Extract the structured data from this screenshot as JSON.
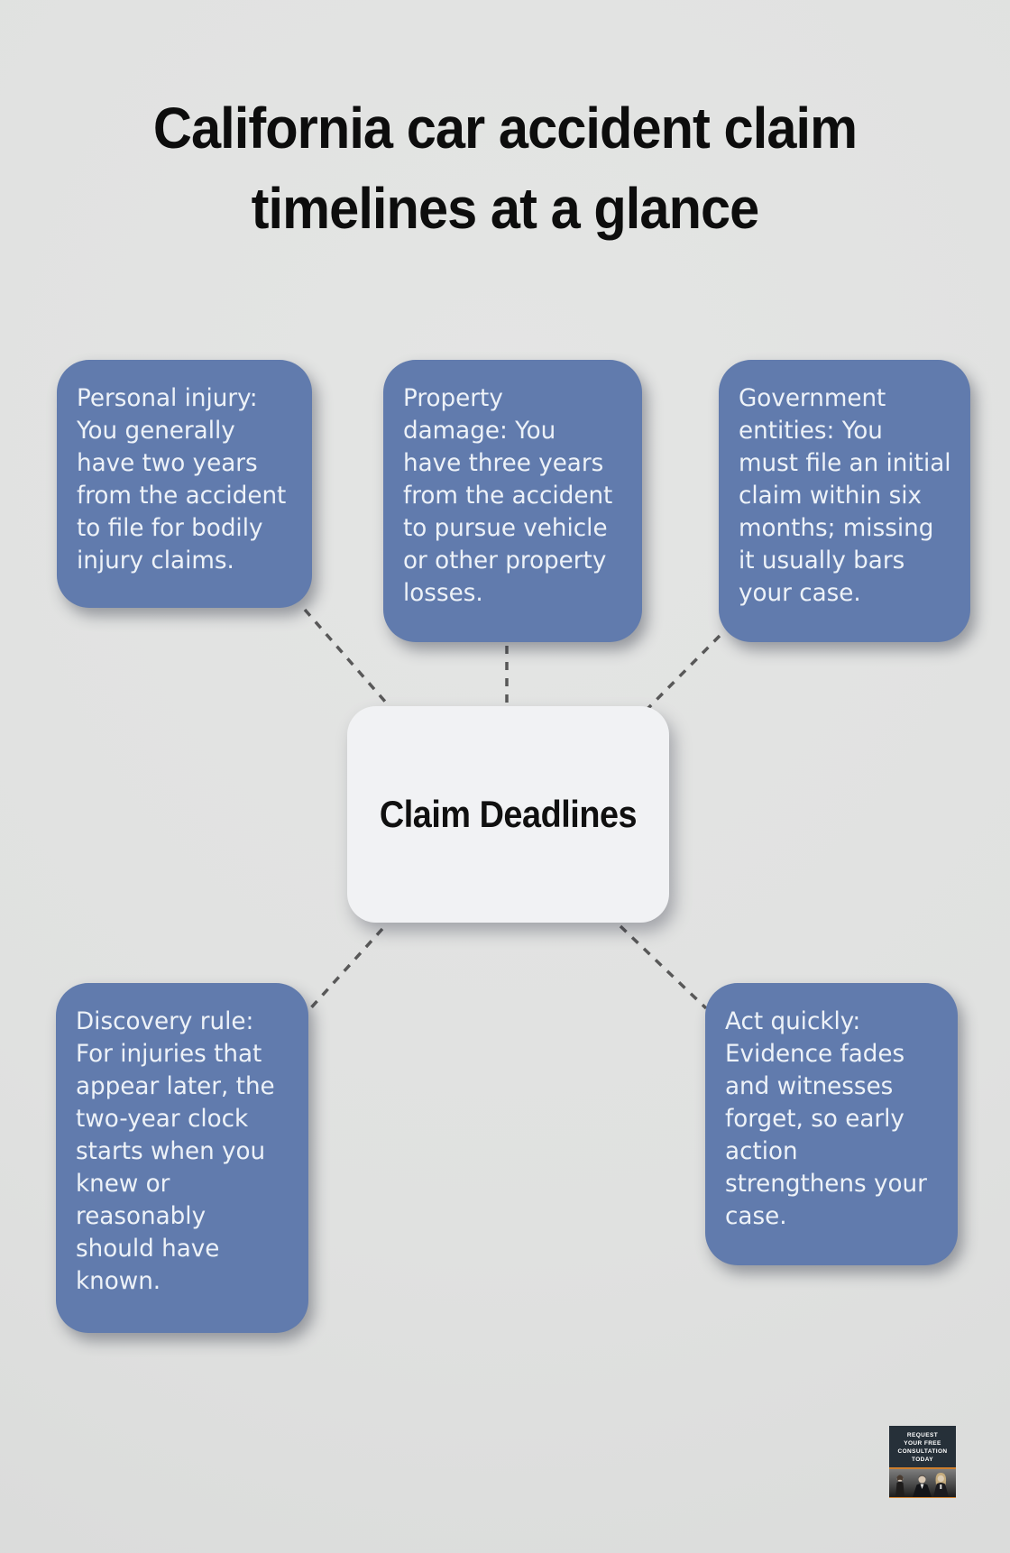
{
  "title": {
    "line1": "California car accident claim",
    "line2": "timelines at a glance"
  },
  "center": {
    "label": "Claim Deadlines"
  },
  "nodes": [
    {
      "id": "personal-injury",
      "lines": [
        "Personal injury:",
        "You generally",
        "have two years",
        "from the accident",
        "to file for bodily",
        "injury claims."
      ]
    },
    {
      "id": "property-damage",
      "lines": [
        "Property",
        "damage: You",
        "have three years",
        "from the accident",
        "to pursue vehicle",
        "or other property",
        "losses."
      ]
    },
    {
      "id": "government-entities",
      "lines": [
        "Government",
        "entities: You",
        "must file an initial",
        "claim within six",
        "months; missing",
        "it usually bars",
        "your case."
      ]
    },
    {
      "id": "discovery-rule",
      "lines": [
        "Discovery rule:",
        "For injuries that",
        "appear later, the",
        "two-year clock",
        "starts when you",
        "knew or",
        "reasonably",
        "should have",
        "known."
      ]
    },
    {
      "id": "act-quickly",
      "lines": [
        "Act quickly:",
        "Evidence fades",
        "and witnesses",
        "forget, so early",
        "action",
        "strengthens your",
        "case."
      ]
    }
  ],
  "badge": {
    "lines": [
      "REQUEST",
      "YOUR FREE",
      "CONSULTATION",
      "TODAY"
    ]
  },
  "colors": {
    "background": "#e0e1e0",
    "node_fill": "#617bad",
    "node_text": "#edf2f8",
    "center_fill": "#f1f2f4",
    "center_text": "#101010",
    "connector": "#585858",
    "badge_bg": "#263039",
    "badge_accent": "#cd7f2e",
    "title_color": "#0d0d0d"
  }
}
